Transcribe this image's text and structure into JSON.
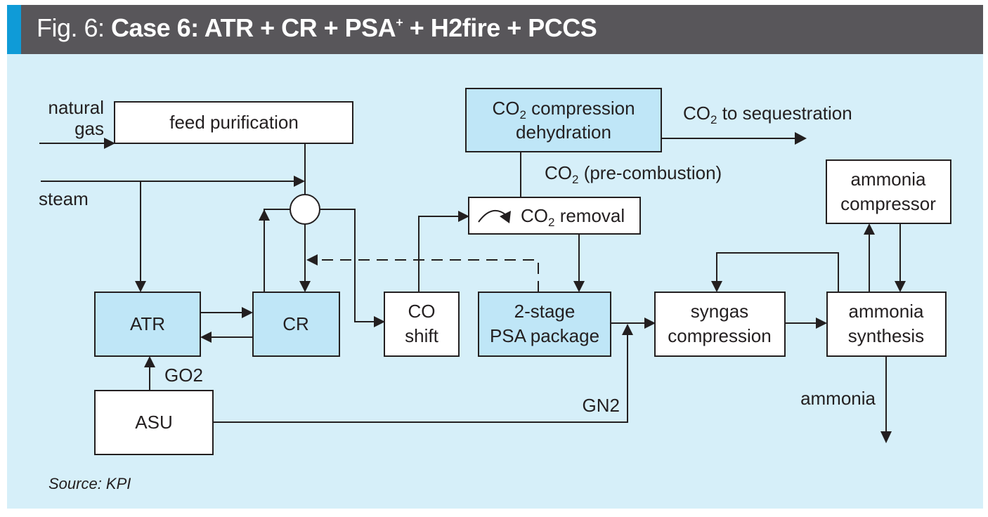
{
  "figure": {
    "prefix": "Fig. 6: ",
    "title_main": "Case 6: ATR + CR + PSA",
    "title_sup": "+",
    "title_rest": " + H2fire + PCCS",
    "source": "Source: KPI"
  },
  "colors": {
    "header_bg": "#58565a",
    "accent": "#0f9bd7",
    "panel_bg": "#d6eff9",
    "highlight_box": "#bfe6f7",
    "plain_box": "#ffffff",
    "ink": "#231f20"
  },
  "boxes": {
    "feed_purification": {
      "label": "feed purification",
      "highlight": false
    },
    "co2_compression": {
      "line1_pre": "CO",
      "line1_sub": "2",
      "line1_post": " compression",
      "line2": "dehydration",
      "highlight": true
    },
    "co2_removal": {
      "pre": "CO",
      "sub": "2",
      "post": " removal",
      "highlight": false
    },
    "ammonia_compressor": {
      "line1": "ammonia",
      "line2": "compressor",
      "highlight": false
    },
    "atr": {
      "label": "ATR",
      "highlight": true
    },
    "cr": {
      "label": "CR",
      "highlight": true
    },
    "co_shift": {
      "line1": "CO",
      "line2": "shift",
      "highlight": false
    },
    "psa": {
      "line1": "2-stage",
      "line2": "PSA package",
      "highlight": true
    },
    "syngas_compression": {
      "line1": "syngas",
      "line2": "compression",
      "highlight": false
    },
    "ammonia_synthesis": {
      "line1": "ammonia",
      "line2": "synthesis",
      "highlight": false
    },
    "asu": {
      "label": "ASU",
      "highlight": false
    }
  },
  "stream_labels": {
    "natural_gas_1": "natural",
    "natural_gas_2": "gas",
    "steam": "steam",
    "co2_seq_pre": "CO",
    "co2_seq_sub": "2",
    "co2_seq_post": " to sequestration",
    "co2_pre_pre": "CO",
    "co2_pre_sub": "2",
    "co2_pre_post": " (pre-combustion)",
    "go2": "GO2",
    "gn2": "GN2",
    "ammonia": "ammonia"
  }
}
